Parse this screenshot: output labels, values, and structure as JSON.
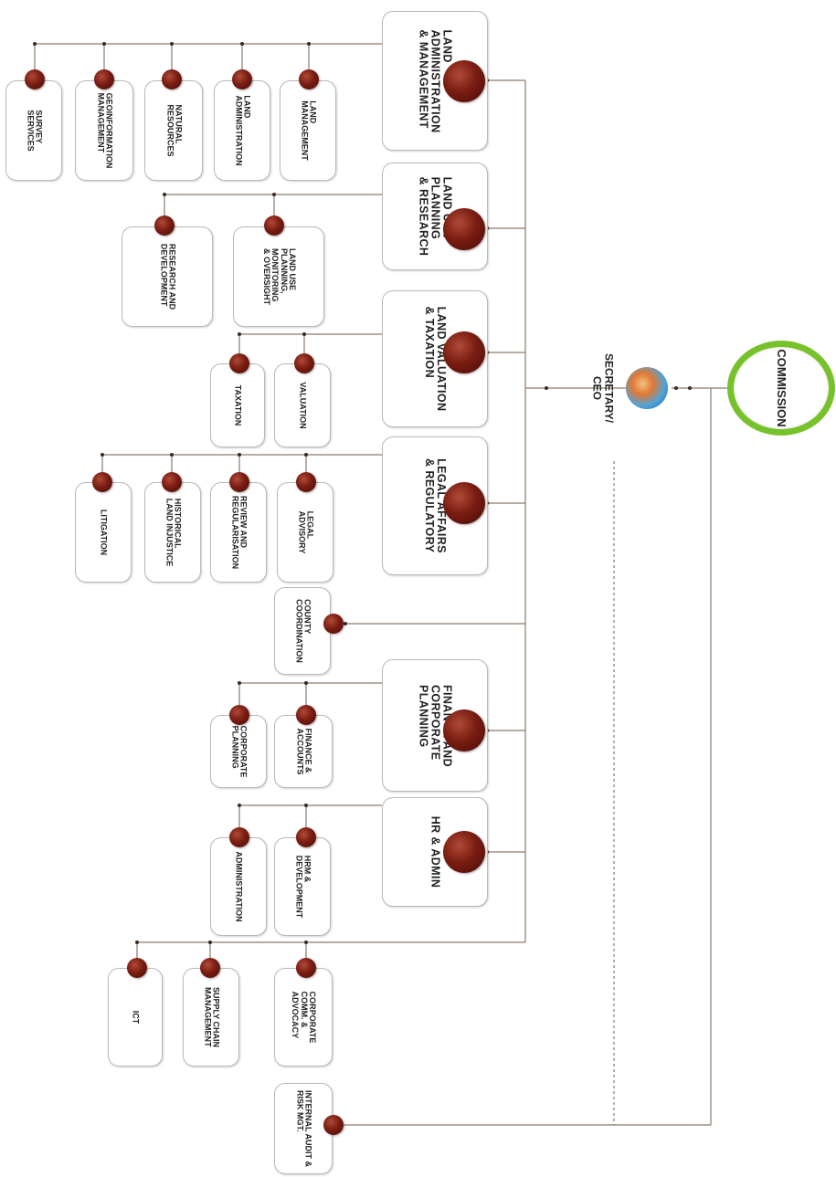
{
  "commission": {
    "label": "COMMISSION"
  },
  "secretary": {
    "label": "SECRETARY/\nCEO"
  },
  "departments": {
    "land_admin": "LAND\nADMINISTRATION\n& MANAGEMENT",
    "land_use": "LAND USE\nPLANNING\n& RESEARCH",
    "valuation": "LAND VALUATION\n& TAXATION",
    "legal": "LEGAL AFFAIRS\n& REGULATORY",
    "finance": "FINANCE AND\nCORPORATE\nPLANNING",
    "hr": "HR & ADMIN"
  },
  "units": {
    "land_management": "LAND\nMANAGEMENT",
    "land_administration": "LAND\nADMINISTRATION",
    "natural_resources": "NATURAL\nRESOURCES",
    "geoinformation": "GEOINFORMATION\nMANAGEMENT",
    "survey": "SURVEY\nSERVICES",
    "land_use_planning": "LAND USE\nPLANNING,\nMONITORING\n& OVERSIGHT",
    "research": "RESEARCH AND\nDEVELOPMENT",
    "valuation": "VALUATION",
    "taxation": "TAXATION",
    "legal_advisory": "LEGAL\nADVISORY",
    "review": "REVIEW AND\nREGULARISATION",
    "historical": "HISTORICAL\nLAND INJUSTICE",
    "litigation": "LITIGATION",
    "county": "COUNTY\nCOORDINATION",
    "finance_accounts": "FINANCE &\nACCOUNTS",
    "corporate_planning": "CORPORATE\nPLANNING",
    "hrm": "HRM &\nDEVELOPMENT",
    "administration": "ADMINISTRATION",
    "corporate_comm": "CORPORATE\nCOMM. &\nADVOCACY",
    "supply_chain": "SUPPLY CHAIN\nMANAGEMENT",
    "ict": "ICT",
    "internal_audit": "INTERNAL AUDIT &\nRISK MGT."
  },
  "colors": {
    "ball": "#7a1d12",
    "commission_ring": "#77c12a",
    "line": "#8a7a6a"
  }
}
